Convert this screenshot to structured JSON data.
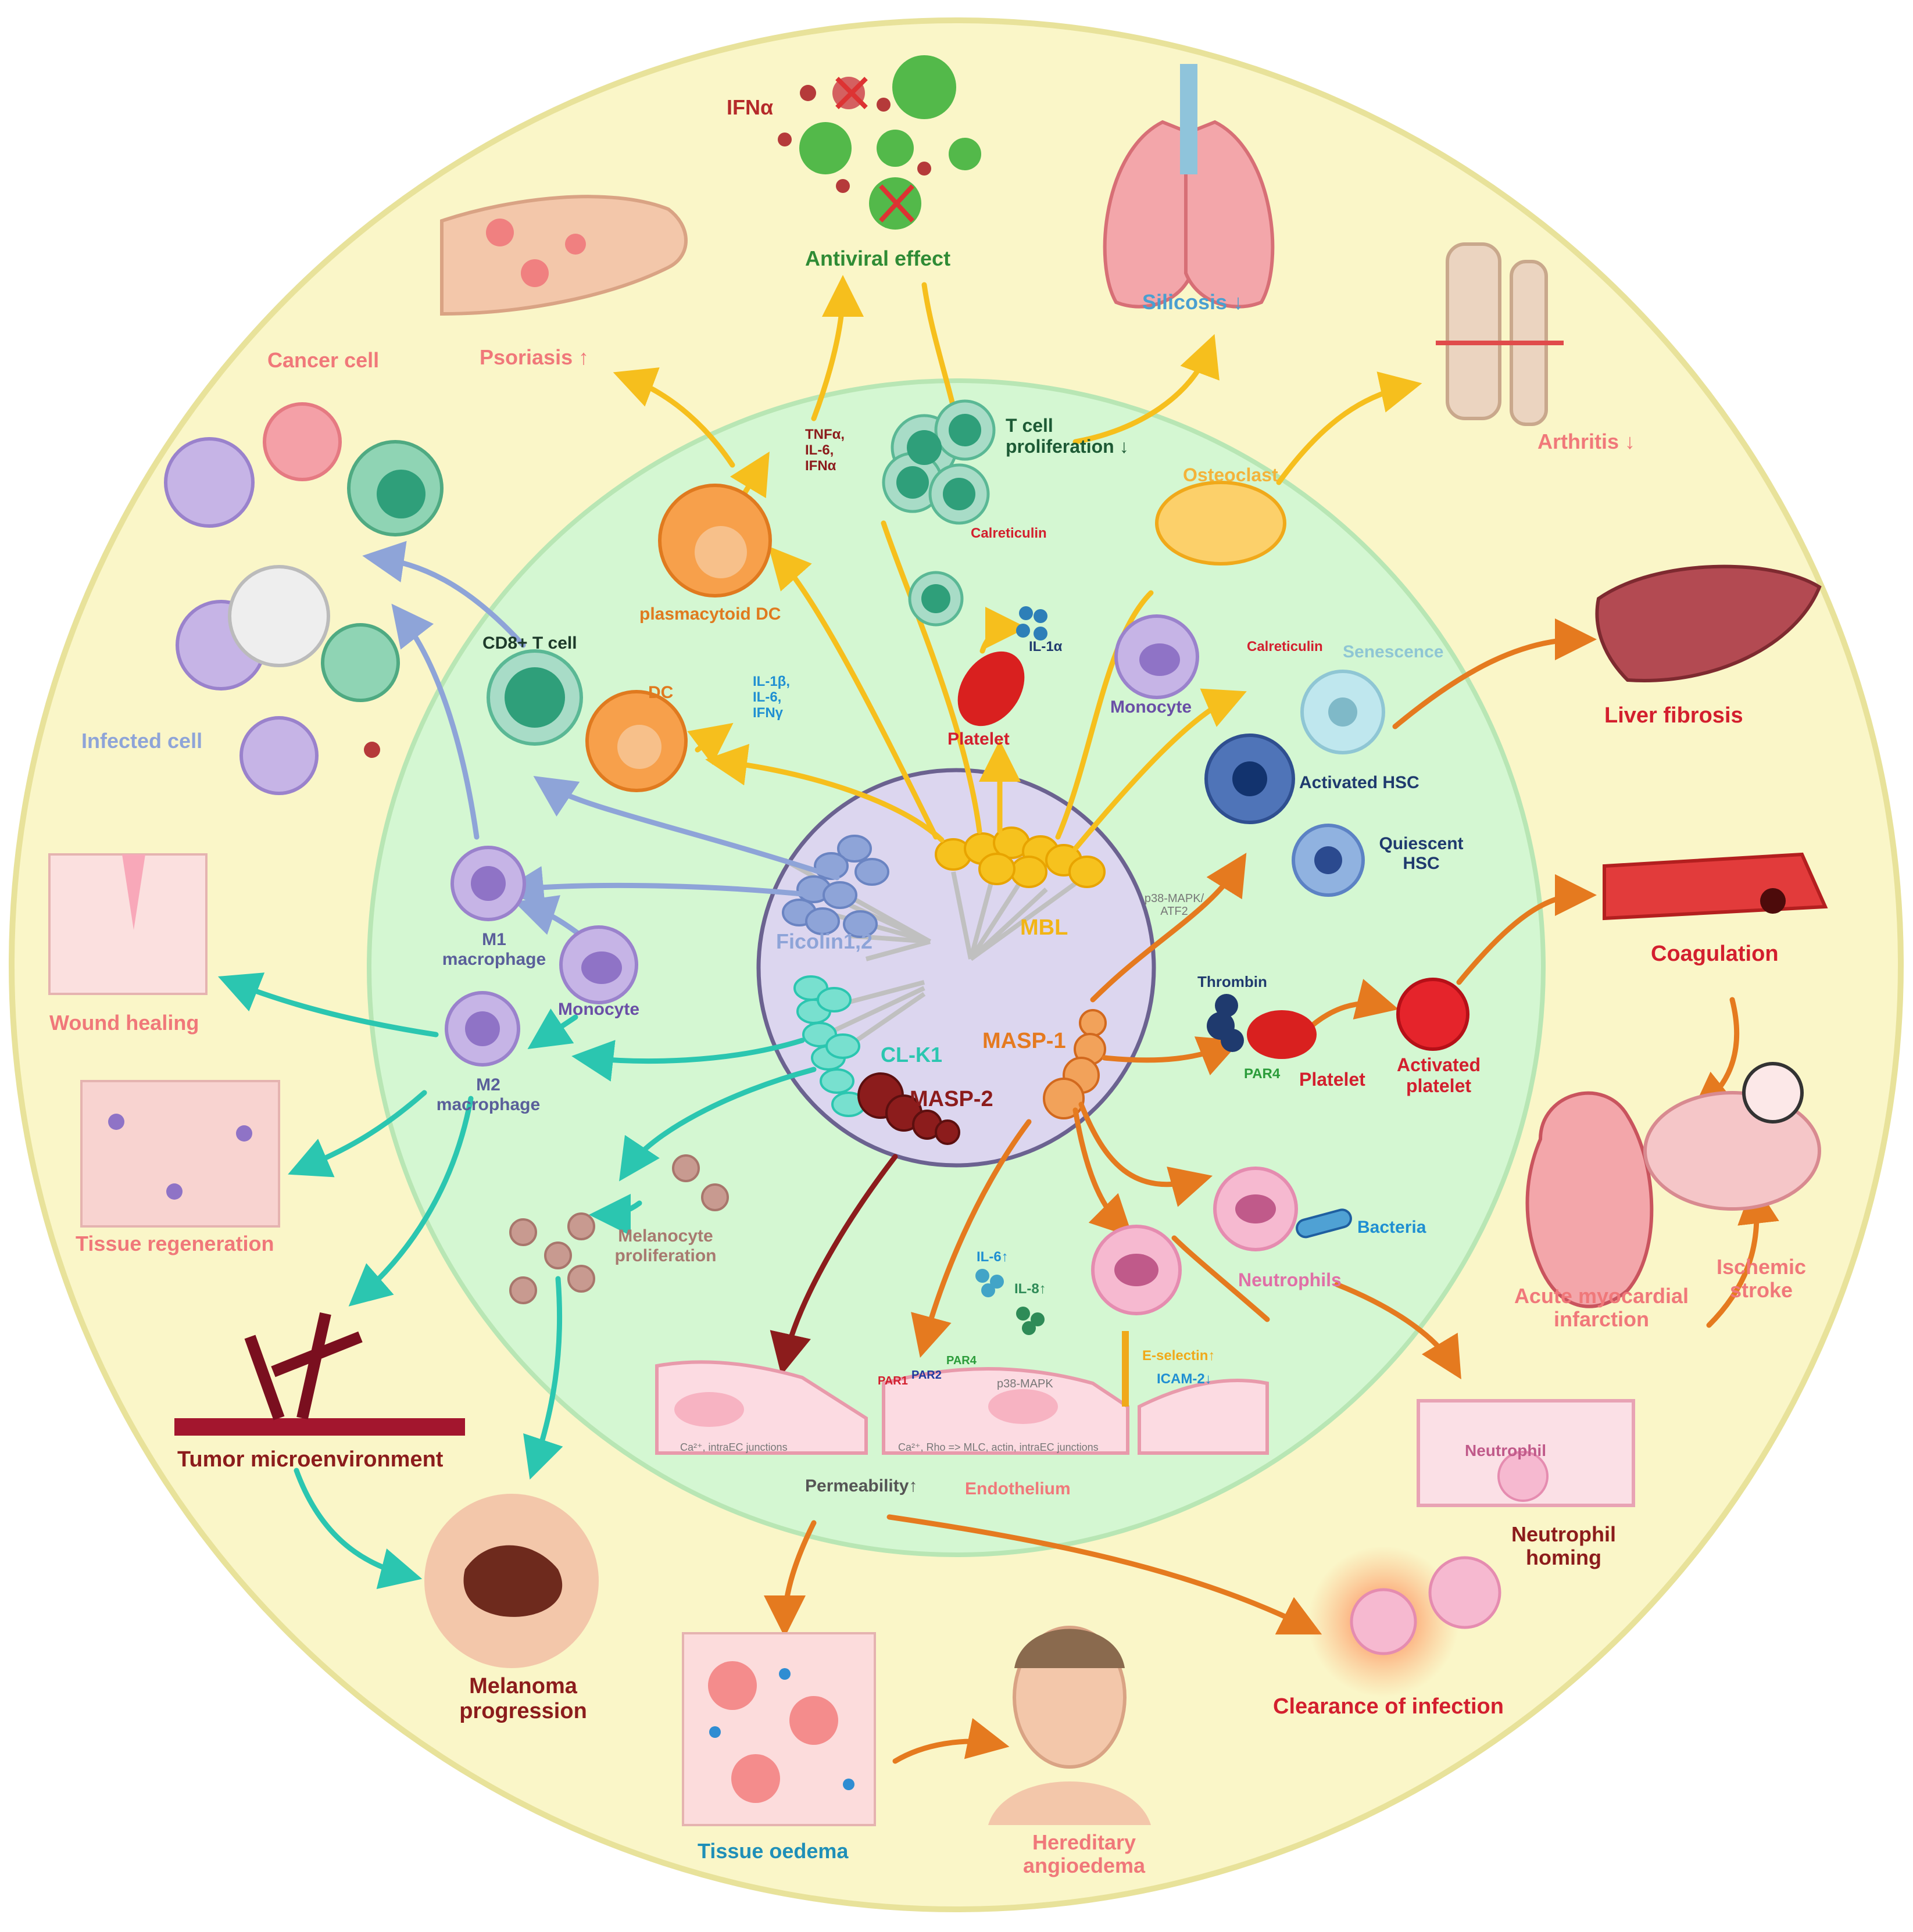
{
  "colors": {
    "outer_ring": "#faf6c8",
    "outer_ring_stroke": "#e8e29a",
    "middle_disc": "#d4f7d2",
    "middle_stroke": "#b8e6b4",
    "inner_core": "#dcd6ef",
    "inner_stroke": "#6b6290",
    "mbl_yellow": "#f6bf1d",
    "ficolin_blue": "#8ea4d8",
    "clk1_teal": "#2bc6b0",
    "masp1_orange": "#e57a1f",
    "masp2_darkred": "#8c1c1c",
    "pink_text": "#f0787a",
    "red_text": "#d31f2e"
  },
  "core": {
    "ficolin": "Ficolin1,2",
    "mbl": "MBL",
    "clk1": "CL-K1",
    "masp1": "MASP-1",
    "masp2": "MASP-2"
  },
  "outer": {
    "ifna": "IFNα",
    "antiviral": "Antiviral effect",
    "silicosis": "Silicosis ↓",
    "psoriasis": "Psoriasis ↑",
    "arthritis": "Arthritis ↓",
    "cancer_cell": "Cancer cell",
    "infected_cell": "Infected cell",
    "liver_fibrosis": "Liver fibrosis",
    "coagulation": "Coagulation",
    "wound_healing": "Wound healing",
    "tissue_regeneration": "Tissue regeneration",
    "tumor_micro": "Tumor microenvironment",
    "melanoma_l1": "Melanoma",
    "melanoma_l2": "progression",
    "tissue_oedema": "Tissue oedema",
    "hae_l1": "Hereditary",
    "hae_l2": "angioedema",
    "clearance": "Clearance of infection",
    "ami_l1": "Acute myocardial",
    "ami_l2": "infarction",
    "stroke_l1": "Ischemic",
    "stroke_l2": "stroke",
    "neutrophil_homing_l1": "Neutrophil",
    "neutrophil_homing_l2": "homing",
    "neutrophil_vessel": "Neutrophil"
  },
  "middle": {
    "cytokines_pdc": [
      "TNFα,",
      "IL-6,",
      "IFNα"
    ],
    "tcell_l1": "T cell",
    "tcell_l2": "proliferation ↓",
    "calreticulin_1": "Calreticulin",
    "calreticulin_2": "Calreticulin",
    "osteoclast": "Osteoclast",
    "plasmacytoid_dc": "plasmacytoid DC",
    "il1a": "IL-1α",
    "cd8": "CD8+ T cell",
    "dc": "DC",
    "cytokines_dc": [
      "IL-1β,",
      "IL-6,",
      "IFNγ"
    ],
    "platelet_top": "Platelet",
    "monocyte_top": "Monocyte",
    "senescence": "Senescence",
    "activated_hsc": "Activated HSC",
    "quiescent_hsc_l1": "Quiescent",
    "quiescent_hsc_l2": "HSC",
    "p38_atf2_l1": "p38-MAPK/",
    "p38_atf2_l2": "ATF2",
    "m1_l1": "M1",
    "m1_l2": "macrophage",
    "monocyte_left": "Monocyte",
    "m2_l1": "M2",
    "m2_l2": "macrophage",
    "thrombin": "Thrombin",
    "par4_platelet": "PAR4",
    "platelet_right": "Platelet",
    "activated_platelet_l1": "Activated",
    "activated_platelet_l2": "platelet",
    "bacteria": "Bacteria",
    "neutrophils": "Neutrophils",
    "melanocyte_l1": "Melanocyte",
    "melanocyte_l2": "proliferation",
    "il6": "IL-6↑",
    "il8": "IL-8↑",
    "par1": "PAR1",
    "par2": "PAR2",
    "par4": "PAR4",
    "p38_mapk": "p38-MAPK",
    "eselectin": "E-selectin↑",
    "icam2": "ICAM-2↓",
    "ca_junction_left": "Ca²⁺, intraEC junctions",
    "ca_rho": "Ca²⁺, Rho => MLC, actin, intraEC junctions",
    "permeability": "Permeability↑",
    "endothelium": "Endothelium"
  }
}
